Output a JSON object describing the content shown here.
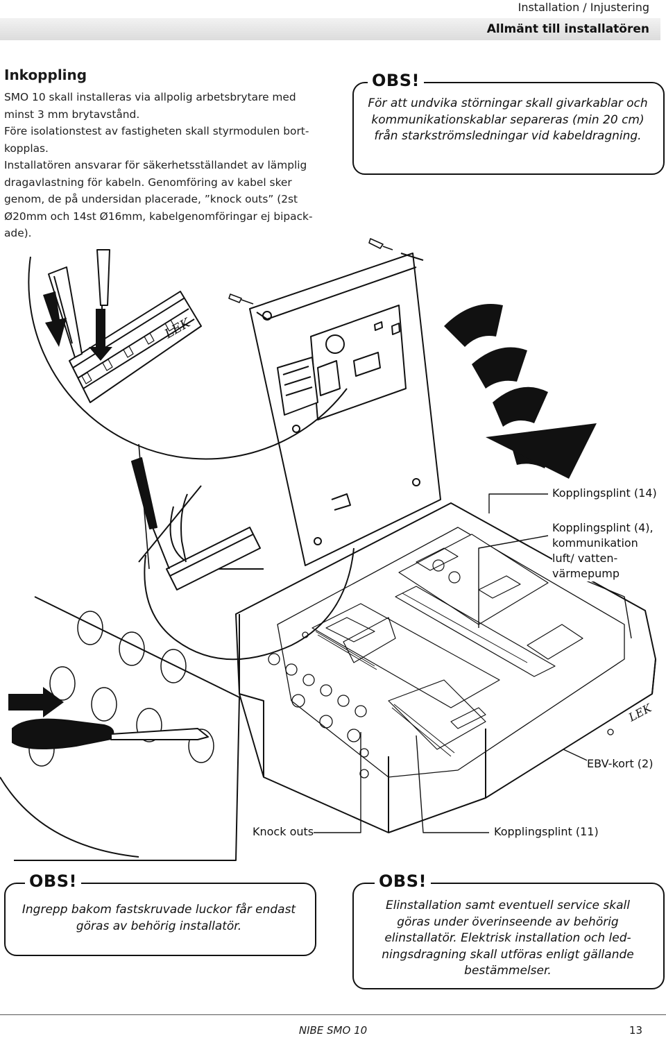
{
  "header": {
    "section": "Installation / Injustering",
    "title": "Allmänt till installatören"
  },
  "intro": {
    "heading": "Inkoppling",
    "p1": "SMO 10 skall installeras via allpolig arbetsbrytare med minst 3 mm brytavstånd.",
    "p2": "Före isolationstest av fastigheten skall styrmodulen bort-kopplas.",
    "p3": "Installatören ansvarar för säkerhetsställandet av lämplig dragavlastning för kabeln. Genomföring av kabel sker genom, de på undersidan placerade, ”knock outs” (2st Ø20mm och 14st Ø16mm, kabelgenomföringar ej bipack-ade)."
  },
  "obs_top": {
    "label": "OBS!",
    "text": "För att undvika störningar skall givarkablar och kommunikationskablar separeras (min 20 cm) från starkströmsledningar vid kabeldragning."
  },
  "figure": {
    "callouts": {
      "kopplingsplint_14": "Kopplingsplint (14)",
      "kopplingsplint_4": "Kopplingsplint (4), kommunikation luft/ vatten-värmepump",
      "ebv_kort": "EBV-kort (2)",
      "knock_outs": "Knock outs",
      "kopplingsplint_11": "Kopplingsplint (11)"
    },
    "brand_marks": [
      "LEK",
      "LEK"
    ]
  },
  "obs_bottom_left": {
    "label": "OBS!",
    "text": "Ingrepp bakom fastskruvade luckor får endast göras av behörig installatör."
  },
  "obs_bottom_right": {
    "label": "OBS!",
    "text": "Elinstallation samt eventuell service skall göras under överinseende av behörig elinstallatör. Elektrisk installation och led-ningsdragning skall utföras enligt gällande bestämmelser."
  },
  "footer": {
    "product": "NIBE SMO 10",
    "page": "13"
  }
}
